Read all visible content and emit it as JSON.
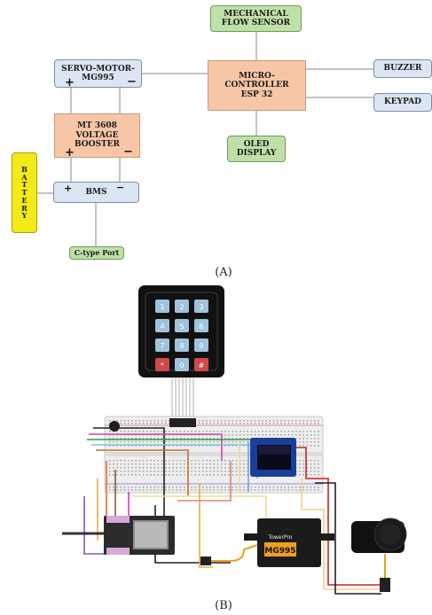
{
  "panel_a": {
    "caption": "(A)",
    "blocks": {
      "flow_sensor": [
        "MECHANICAL",
        "FLOW SENSOR"
      ],
      "servo": [
        "SERVO-MOTOR-",
        "MG995"
      ],
      "microcontroller": [
        "MICRO-CONTROLLER",
        "ESP 32"
      ],
      "buzzer": "BUZZER",
      "keypad": "KEYPAD",
      "booster": [
        "MT 3608",
        "VOLTAGE",
        "BOOSTER"
      ],
      "oled": [
        "OLED",
        "DISPLAY"
      ],
      "battery": [
        "B",
        "A",
        "T",
        "T",
        "E",
        "R",
        "Y"
      ],
      "bms": "BMS",
      "ctype": "C-type Port"
    },
    "signs": {
      "plus": "+",
      "minus": "−"
    }
  },
  "panel_b": {
    "caption": "(B)",
    "keypad_keys": [
      "1",
      "2",
      "3",
      "4",
      "5",
      "6",
      "7",
      "8",
      "9",
      "*",
      "0",
      "#"
    ],
    "servo_brand": "TowerPro",
    "servo_model": "MG995",
    "colors": {
      "keypad_body": "#111111",
      "key_blue": "#9fc3dc",
      "key_red": "#d14848",
      "breadboard": "#eeeeee",
      "oled_board": "#1a3f9a",
      "esp_board": "#2b2b2b",
      "servo_body": "#1b1b1b",
      "servo_label": "#f0a020",
      "sensor_body": "#111111"
    }
  }
}
